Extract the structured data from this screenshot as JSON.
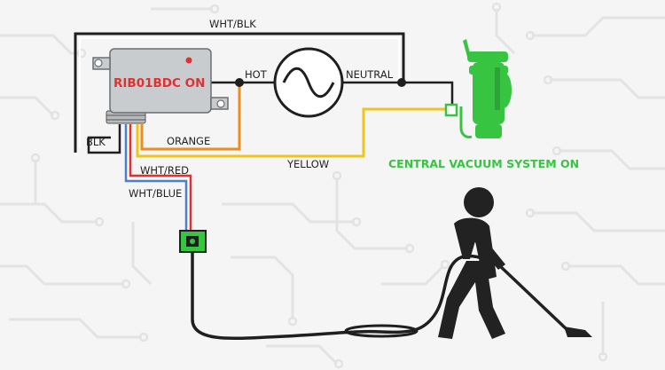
{
  "colors": {
    "background": "#f4f5f4",
    "circuit_trace": "#e2e4e2",
    "relay_body": "#c9cccf",
    "relay_label": "#e03131",
    "wire_black": "#1f1f1f",
    "wire_orange": "#f08c1e",
    "wire_yellow": "#f2c31a",
    "wire_red": "#e03131",
    "wire_blue": "#4a7fd1",
    "vacuum_green": "#37c441",
    "status_text": "#37c441",
    "person": "#222222"
  },
  "relay": {
    "label": "RIB01BDC ON",
    "led_color": "#e03131"
  },
  "wires": {
    "wht_blk": "WHT/BLK",
    "hot": "HOT",
    "neutral": "NEUTRAL",
    "blk": "BLK",
    "orange": "ORANGE",
    "yellow": "YELLOW",
    "wht_red": "WHT/RED",
    "wht_blue": "WHT/BLUE"
  },
  "status": {
    "text": "CENTRAL VACUUM SYSTEM ON"
  },
  "icons": {
    "ac_source": "ac-source-icon",
    "vacuum_unit": "central-vacuum-unit-icon",
    "wall_inlet": "wall-inlet-icon",
    "person": "person-vacuuming-icon"
  }
}
